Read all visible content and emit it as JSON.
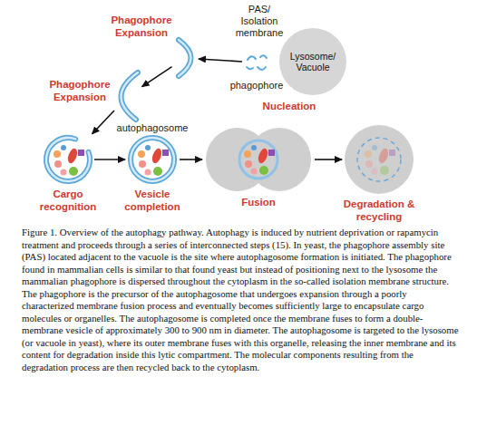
{
  "diagram": {
    "caption": "Figure 1. Overview of the autophagy pathway. Autophagy is induced by nutrient deprivation or rapamycin treatment and proceeds through a series of interconnected steps (15). In yeast, the phagophore assembly site (PAS) located adjacent to the vacuole is the site where autophagosome formation is initiated. The phagophore found in mammalian cells is similar to that found yeast but instead of positioning next to the lysosome the mammalian phagophore is dispersed throughout the cytoplasm in the so-called isolation membrane structure. The phagophore is the precursor of the autophagosome that undergoes expansion through a poorly characterized membrane fusion process and eventually becomes sufficiently large to encapsulate cargo molecules or organelles. The autophagosome is completed once the membrane fuses to form a double-membrane vesicle of approximately 300 to 900 nm in diameter. The autophagosome is targeted to the lysosome (or vacuole in yeast), where its outer membrane fuses with this organelle, releasing the inner membrane and its content for degradation inside this lytic compartment. The molecular components resulting from the degradation process are then recycled back to the cytoplasm.",
    "nodes": [
      {
        "text": [
          "Lysosome/ Vacuole"
        ]
      },
      {
        "text": [
          "phagophore"
        ]
      },
      {
        "text": [
          "Phagophore Expansion"
        ]
      },
      {
        "text": [
          "Phagophore Expansion"
        ]
      },
      {
        "text": [
          "Cargo recognition"
        ]
      },
      {
        "text": [
          "autophagosome",
          "Vesicle completion"
        ]
      },
      {
        "text": [
          "Fusion"
        ]
      },
      {
        "text": [
          "Degradation & recycling"
        ]
      }
    ],
    "edges": [
      {
        "from": 1,
        "to": 2,
        "arrow": "to"
      },
      {
        "from": 2,
        "to": 3,
        "arrow": "to"
      },
      {
        "from": 3,
        "to": 4,
        "arrow": "to"
      },
      {
        "from": 4,
        "to": 5,
        "arrow": "to"
      },
      {
        "from": 5,
        "to": 6,
        "arrow": "to"
      },
      {
        "from": 6,
        "to": 7,
        "arrow": "to"
      }
    ],
    "labels": [
      "PAS/ Isolation membrane",
      "Nucleation"
    ]
  }
}
